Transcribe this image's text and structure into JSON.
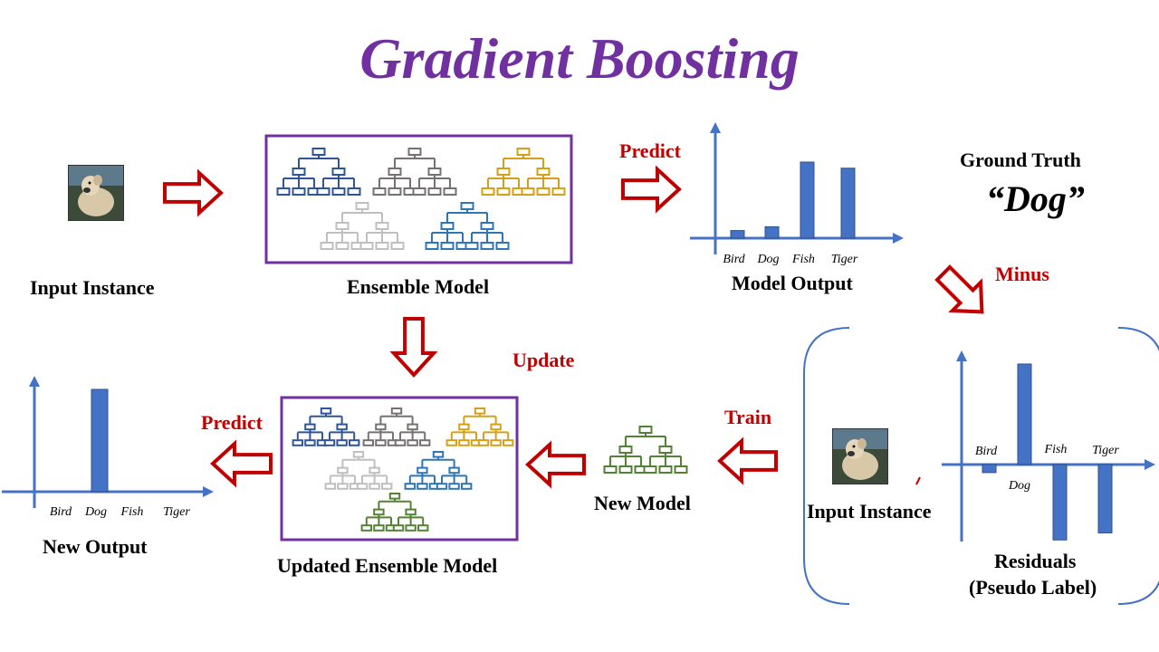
{
  "title": "Gradient Boosting",
  "labels": {
    "input_instance_top": "Input Instance",
    "ensemble_model": "Ensemble Model",
    "model_output": "Model Output",
    "ground_truth": "Ground Truth",
    "ground_truth_value": "“Dog”",
    "predict_top": "Predict",
    "minus": "Minus",
    "update": "Update",
    "train": "Train",
    "predict_bottom": "Predict",
    "new_model": "New Model",
    "updated_ensemble_model": "Updated Ensemble Model",
    "new_output": "New Output",
    "input_instance_bottom": "Input Instance",
    "residuals": "Residuals",
    "pseudo_label": "(Pseudo Label)"
  },
  "colors": {
    "title": "#7030a0",
    "frame": "#7030a0",
    "arrow_red": "#c00000",
    "axis_blue": "#4472c4",
    "bar_blue": "#4472c4",
    "tree_navy": "#2f5597",
    "tree_gray": "#767171",
    "tree_gold": "#d4a017",
    "tree_lightgray": "#bfbfbf",
    "tree_blue": "#2e75b6",
    "tree_green": "#548235"
  },
  "icons": {
    "input_image": "dog-photo",
    "tree": "decision-tree-icon",
    "arrow": "hollow-red-arrow"
  },
  "chart_data": [
    {
      "type": "bar",
      "title": "Model Output",
      "categories": [
        "Bird",
        "Dog",
        "Fish",
        "Tiger"
      ],
      "values": [
        0.1,
        0.15,
        1.0,
        0.92
      ],
      "ylim": [
        0,
        1.5
      ]
    },
    {
      "type": "bar",
      "title": "Residuals (Pseudo Label)",
      "categories": [
        "Bird",
        "Dog",
        "Fish",
        "Tiger"
      ],
      "values": [
        -0.08,
        1.0,
        -0.75,
        -0.68
      ],
      "ylim": [
        -0.9,
        1.1
      ]
    },
    {
      "type": "bar",
      "title": "New Output",
      "categories": [
        "Bird",
        "Dog",
        "Fish",
        "Tiger"
      ],
      "values": [
        0,
        1.0,
        0,
        0
      ],
      "ylim": [
        0,
        1.1
      ]
    }
  ]
}
